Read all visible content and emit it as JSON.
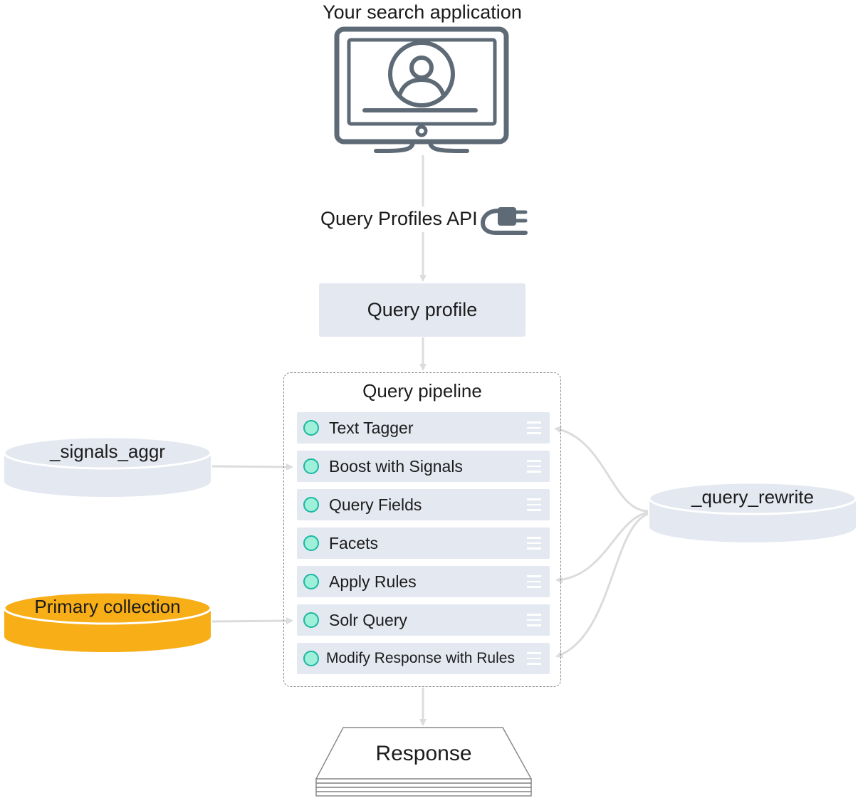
{
  "app": {
    "title": "Your search application",
    "icon": "monitor-user-icon"
  },
  "api": {
    "label": "Query Profiles API",
    "icon": "plug-icon"
  },
  "query_profile": {
    "label": "Query profile"
  },
  "pipeline": {
    "title": "Query pipeline",
    "stages": [
      {
        "label": "Text Tagger"
      },
      {
        "label": "Boost with Signals"
      },
      {
        "label": "Query Fields"
      },
      {
        "label": "Facets"
      },
      {
        "label": "Apply Rules"
      },
      {
        "label": "Solr Query"
      },
      {
        "label": "Modify Response with Rules"
      }
    ]
  },
  "collections": {
    "signals_aggr": {
      "label": "_signals_aggr",
      "color": "#e4e8f0"
    },
    "primary": {
      "label": "Primary collection",
      "color": "#f7ae17"
    },
    "query_rewrite": {
      "label": "_query_rewrite",
      "color": "#e4e8f0"
    }
  },
  "response": {
    "label": "Response"
  },
  "colors": {
    "connector": "#dcdcdc",
    "icon": "#5e6b77",
    "stage_dot": "#9ff0d8",
    "stage_dot_border": "#19b8a4"
  }
}
